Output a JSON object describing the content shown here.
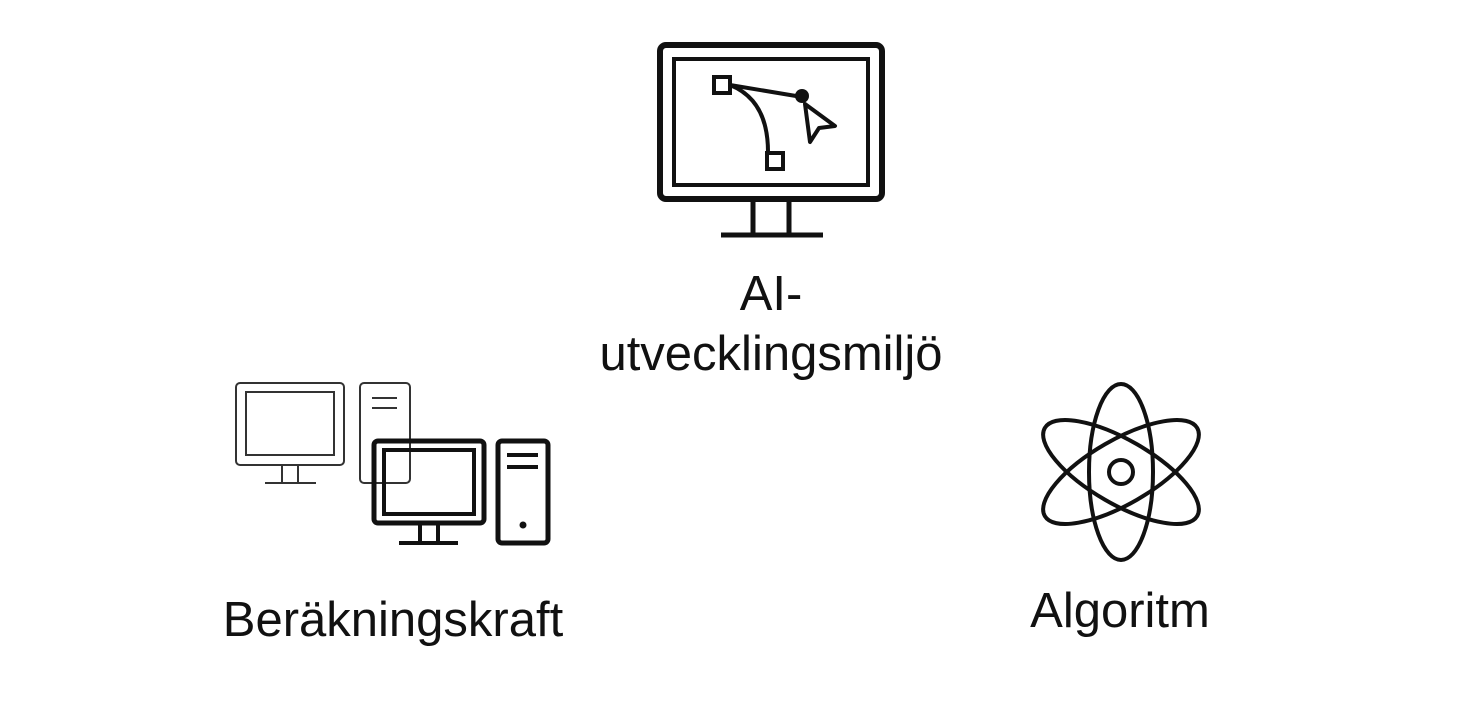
{
  "nodes": {
    "ai_environment": {
      "label_line1": "AI-",
      "label_line2": "utvecklingsmiljö",
      "icon": "monitor-bezier-icon"
    },
    "compute": {
      "label": "Beräkningskraft",
      "icon": "computers-icon"
    },
    "algorithm": {
      "label": "Algoritm",
      "icon": "atom-icon"
    }
  },
  "colors": {
    "stroke": "#111111",
    "faded_stroke": "#333333",
    "background": "#ffffff"
  }
}
